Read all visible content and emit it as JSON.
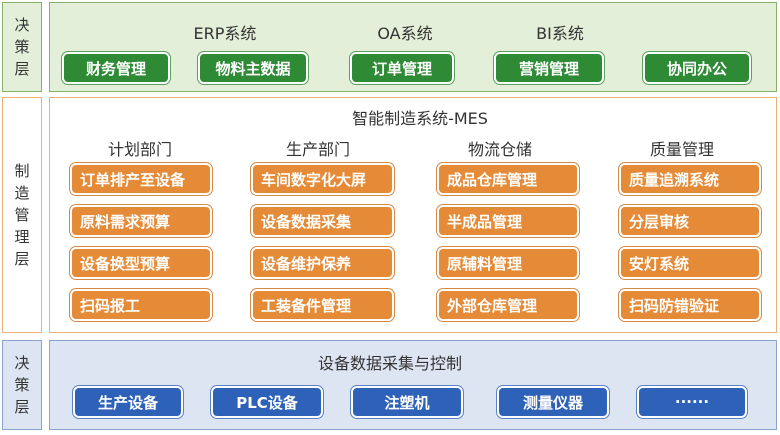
{
  "top_side_label": [
    "决",
    "策",
    "层"
  ],
  "mid_side_label": [
    "制",
    "造",
    "管",
    "理",
    "层"
  ],
  "bot_side_label": [
    "决",
    "策",
    "层"
  ],
  "top": {
    "headers": [
      "ERP系统",
      "OA系统",
      "BI系统"
    ],
    "buttons": [
      "财务管理",
      "物料主数据",
      "订单管理",
      "营销管理",
      "协同办公"
    ]
  },
  "mid": {
    "title": "智能制造系统-MES",
    "columns": [
      {
        "header": "计划部门",
        "items": [
          "订单排产至设备",
          "原料需求预算",
          "设备换型预算",
          "扫码报工"
        ]
      },
      {
        "header": "生产部门",
        "items": [
          "车间数字化大屏",
          "设备数据采集",
          "设备维护保养",
          "工装备件管理"
        ]
      },
      {
        "header": "物流仓储",
        "items": [
          "成品仓库管理",
          "半成品管理",
          "原辅料管理",
          "外部仓库管理"
        ]
      },
      {
        "header": "质量管理",
        "items": [
          "质量追溯系统",
          "分层审核",
          "安灯系统",
          "扫码防错验证"
        ]
      }
    ]
  },
  "bot": {
    "title": "设备数据采集与控制",
    "buttons": [
      "生产设备",
      "PLC设备",
      "注塑机",
      "测量仪器",
      "······"
    ]
  },
  "colors": {
    "green": "#2e8a35",
    "orange": "#e58a36",
    "blue": "#2e62b8",
    "green_bg": "#e3efd8",
    "blue_bg": "#dde5f2"
  }
}
